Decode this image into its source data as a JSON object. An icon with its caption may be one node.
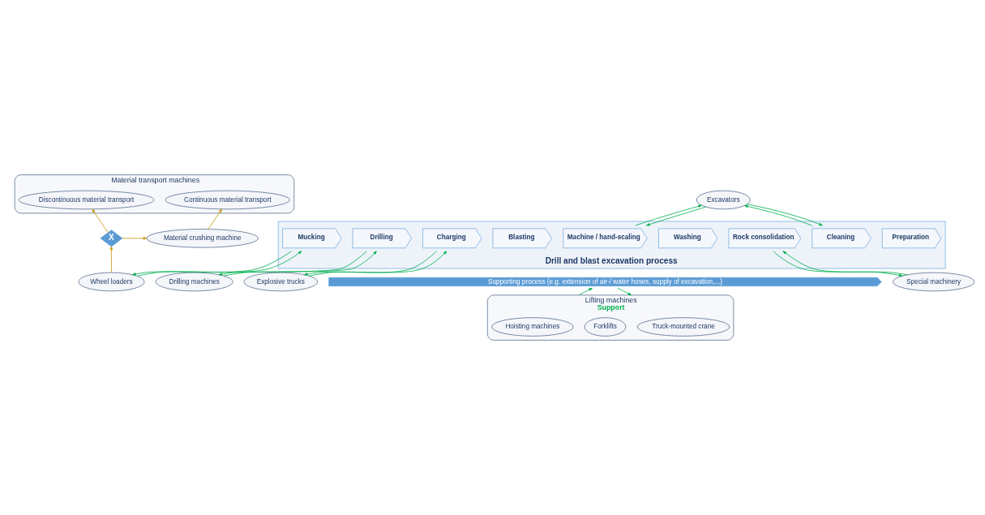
{
  "diagram": {
    "nodes": [
      {
        "text": [
          "Material transport machines"
        ]
      },
      {
        "text": [
          "Continuous material transport"
        ],
        "in": 0
      },
      {
        "text": [
          "Discontinuous material transport"
        ],
        "in": 0
      },
      {
        "text": [
          "Material crushing machine"
        ]
      },
      {
        "text": [
          "X"
        ]
      },
      {
        "text": [
          "Drilling machines"
        ]
      },
      {
        "text": [
          "Explosive trucks"
        ]
      },
      {
        "text": [
          "Wheel loaders"
        ]
      },
      {
        "text": [
          "Excavators"
        ]
      },
      {
        "text": [
          "Special machinery"
        ]
      },
      {
        "text": [
          "Drill and blast excavation process"
        ]
      },
      {
        "text": [
          "Drilling"
        ],
        "in": 10
      },
      {
        "text": [
          "Charging"
        ],
        "in": 10
      },
      {
        "text": [
          "Blasting"
        ],
        "in": 10
      },
      {
        "text": [
          "Mucking"
        ],
        "in": 10
      },
      {
        "text": [
          "Machine / hand-scaling"
        ],
        "in": 10
      },
      {
        "text": [
          "Washing"
        ],
        "in": 10
      },
      {
        "text": [
          "Rock consolidation"
        ],
        "in": 10
      },
      {
        "text": [
          "Cleaning"
        ],
        "in": 10
      },
      {
        "text": [
          "Preparation"
        ],
        "in": 10
      },
      {
        "text": [
          "Supporting process (e.g. extension of air-/ water hoses, supply of excavation,...)"
        ]
      },
      {
        "text": [
          "Lifting machines",
          "Support"
        ]
      },
      {
        "text": [
          "Hoisting machines"
        ],
        "in": 21
      },
      {
        "text": [
          "Forklifts"
        ],
        "in": 21
      },
      {
        "text": [
          "Truck-mounted crane"
        ],
        "in": 21
      }
    ],
    "edges": [
      {
        "from": 3,
        "to": 1,
        "arrow": "to",
        "color": "#c8960c"
      },
      {
        "from": 4,
        "to": 3,
        "arrow": "to",
        "color": "#c8960c"
      },
      {
        "from": 4,
        "to": 2,
        "arrow": "to",
        "color": "#c8960c"
      },
      {
        "from": 7,
        "to": 4,
        "arrow": "to",
        "color": "#c8960c"
      },
      {
        "from": 5,
        "to": 11,
        "arrow": "to"
      },
      {
        "from": 11,
        "to": 5,
        "arrow": "to"
      },
      {
        "from": 6,
        "to": 12,
        "arrow": "to"
      },
      {
        "from": 12,
        "to": 6,
        "arrow": "to"
      },
      {
        "from": 7,
        "to": 14,
        "arrow": "to"
      },
      {
        "from": 14,
        "to": 7,
        "arrow": "to"
      },
      {
        "from": 8,
        "to": 15,
        "arrow": "to"
      },
      {
        "from": 15,
        "to": 8,
        "arrow": "to"
      },
      {
        "from": 9,
        "to": 17,
        "arrow": "to"
      },
      {
        "from": 17,
        "to": 9,
        "arrow": "to"
      },
      {
        "from": 8,
        "to": 18,
        "arrow": "to"
      },
      {
        "from": 18,
        "to": 8,
        "arrow": "to"
      },
      {
        "from": 21,
        "to": 20,
        "arrow": "to"
      },
      {
        "from": 20,
        "to": 21,
        "arrow": "to"
      }
    ]
  }
}
